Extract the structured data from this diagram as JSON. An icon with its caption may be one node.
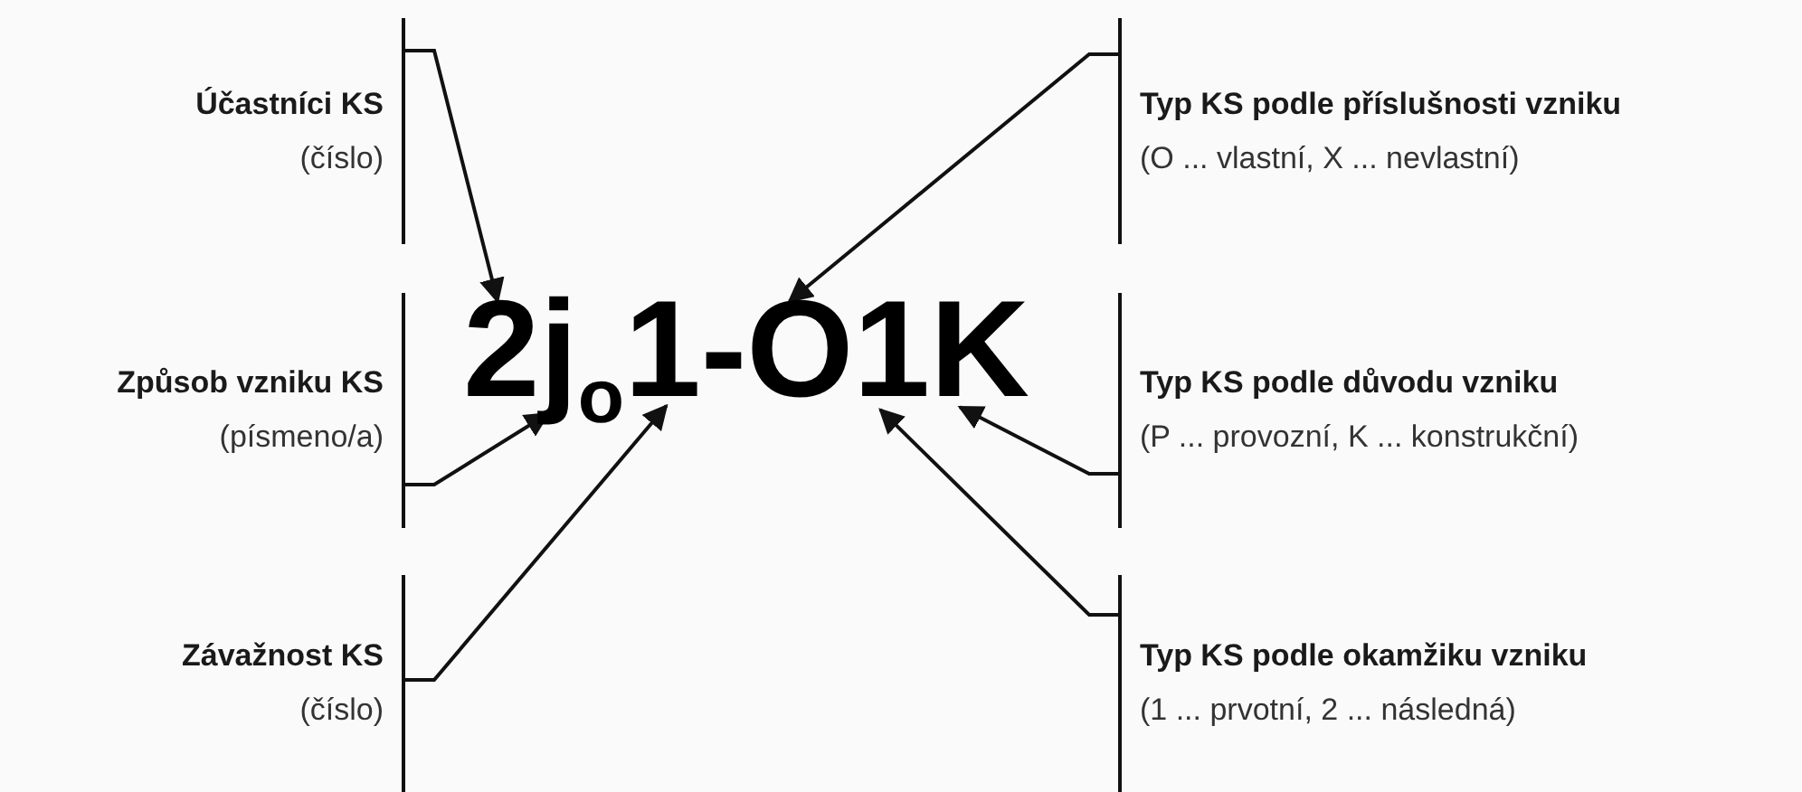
{
  "diagram": {
    "nodes": [
      {
        "text": [
          "Účastníci KS",
          "(číslo)"
        ]
      },
      {
        "text": [
          "Typ KS podle příslušnosti vzniku",
          "(O ... vlastní, X ... nevlastní)"
        ]
      },
      {
        "text": [
          "Způsob vzniku KS",
          "(písmeno/a)"
        ]
      },
      {
        "text": [
          "2"
        ]
      },
      {
        "text": [
          "j$_{o}$"
        ]
      },
      {
        "text": [
          "1"
        ]
      },
      {
        "text": [
          "O"
        ]
      },
      {
        "text": [
          "1"
        ]
      },
      {
        "text": [
          "K"
        ]
      },
      {
        "text": [
          "Typ KS podle důvodu vzniku",
          "(P ... provozní, K ... konstrukční)"
        ]
      },
      {
        "text": [
          "Závažnost KS",
          "(číslo)"
        ]
      },
      {
        "text": [
          "Typ KS podle okamžiku vzniku",
          "(1 ... prvotní, 2 ... následná)"
        ]
      }
    ],
    "edges": [
      {
        "from": 0,
        "to": 3,
        "arrow": "to"
      },
      {
        "from": 2,
        "to": 4,
        "arrow": "to"
      },
      {
        "from": 10,
        "to": 5,
        "arrow": "to"
      },
      {
        "from": 1,
        "to": 6,
        "arrow": "to"
      },
      {
        "from": 9,
        "to": 8,
        "arrow": "to"
      },
      {
        "from": 11,
        "to": 7,
        "arrow": "to"
      }
    ],
    "labels": [
      "-"
    ]
  }
}
